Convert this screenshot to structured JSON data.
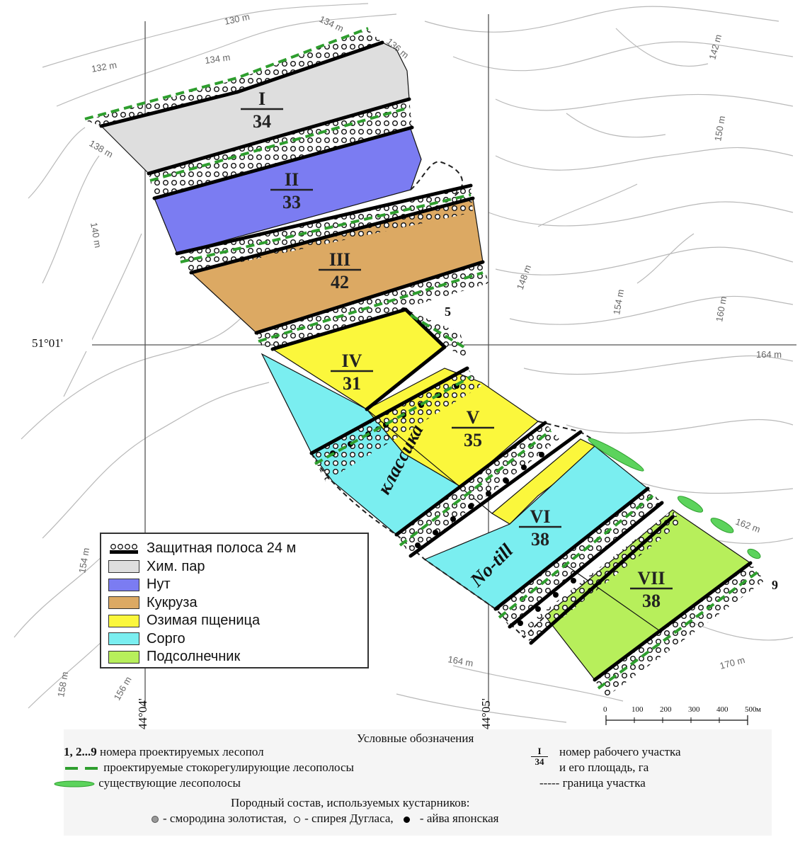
{
  "contours": [
    "130 m",
    "134 m",
    "134 m",
    "136 m",
    "132 m",
    "138 m",
    "140 m",
    "142 m",
    "150 m",
    "148 m",
    "154 m",
    "160 m",
    "164 m",
    "162 m",
    "154 m",
    "158 m",
    "156 m",
    "164 m",
    "170 m"
  ],
  "coordinates": {
    "lat": "51°01'",
    "lon_left": "44°04'",
    "lon_right": "44°05'"
  },
  "plots": [
    {
      "roman": "I",
      "area": "34",
      "color": "#dedede"
    },
    {
      "roman": "II",
      "area": "33",
      "color": "#7b7cf2"
    },
    {
      "roman": "III",
      "area": "42",
      "color": "#dca963"
    },
    {
      "roman": "IV",
      "area": "31",
      "color": "#fbf73c"
    },
    {
      "roman": "V",
      "area": "35",
      "color": "#fbf73c"
    },
    {
      "roman": "VI",
      "area": "38",
      "color": "#7aeef0"
    },
    {
      "roman": "VII",
      "area": "38",
      "color": "#b7ef5b"
    }
  ],
  "technology_labels": {
    "classic": "классика",
    "notill": "No-till"
  },
  "point_labels": [
    "5",
    "9"
  ],
  "legend": [
    {
      "label": "Защитная полоса 24 м",
      "symbol": "shelterbelt"
    },
    {
      "label": "Хим. пар",
      "color": "#dedede"
    },
    {
      "label": "Нут",
      "color": "#7b7cf2"
    },
    {
      "label": "Кукруза",
      "color": "#dca963"
    },
    {
      "label": "Озимая пщеница",
      "color": "#fbf73c"
    },
    {
      "label": "Сорго",
      "color": "#7aeef0"
    },
    {
      "label": "Подсолнечник",
      "color": "#b7ef5b"
    }
  ],
  "scale": {
    "ticks": [
      "0",
      "100",
      "200",
      "300",
      "400",
      "500"
    ],
    "unit": "м"
  },
  "notes": {
    "title": "Условные обозначения",
    "numbers_bold": "1, 2...9",
    "numbers_text": "номера проектируемых лесопол",
    "projected": "проектируемые стокорегулирующие лесополосы",
    "existing": "существующие лесополосы",
    "plot_number": "номер рабочего участка",
    "plot_area": "и его площадь, га",
    "frac_top": "I",
    "frac_bottom": "34",
    "boundary_dash": "-----",
    "boundary": "граница участка",
    "species_title": "Породный состав, используемых кустарников:",
    "currant": "- смородина золотистая,",
    "spirea": "- спирея Дугласа,",
    "quince": "- айва японская"
  },
  "colors": {
    "green_dash": "#2e9e2e",
    "existing_belt": "#5cd35c",
    "black": "#000000"
  }
}
